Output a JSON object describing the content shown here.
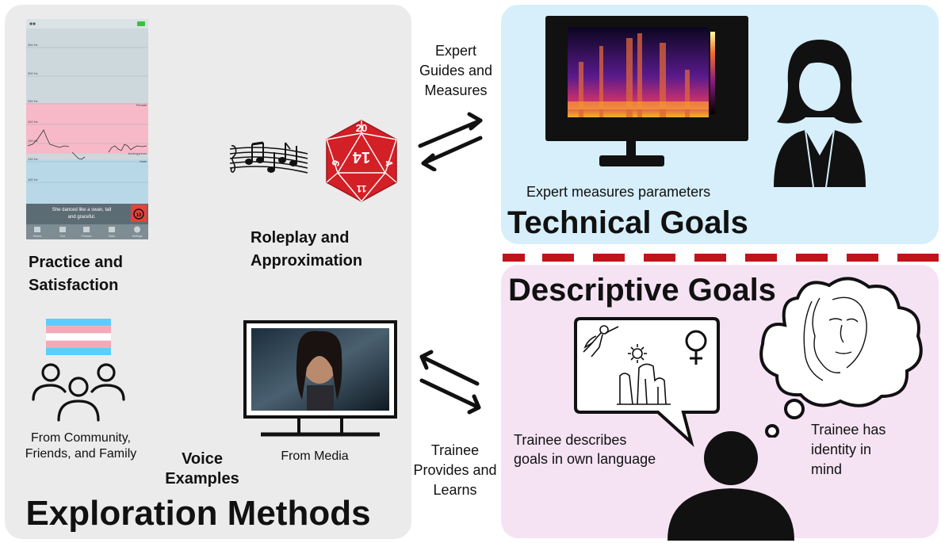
{
  "panels": {
    "exploration_title": "Exploration Methods",
    "technical_title": "Technical Goals",
    "descriptive_title": "Descriptive Goals"
  },
  "exploration": {
    "practice_label": "Practice and Satisfaction",
    "roleplay_label": "Roleplay and Approximation",
    "voice_examples_label": "Voice Examples",
    "community_label": "From Community, Friends, and Family",
    "media_label": "From Media",
    "dice_numbers": [
      "20",
      "14",
      "9",
      "4",
      "11"
    ]
  },
  "phone_app": {
    "pitch_labels": [
      "350 Hz",
      "300 Hz",
      "250 Hz",
      "200 Hz",
      "150 Hz",
      "130 Hz",
      "100 Hz"
    ],
    "range_labels": [
      "Female",
      "Androgynous",
      "Male"
    ],
    "prompt_text": "She danced like a swan, tall and graceful.",
    "replay_count": "10",
    "nav_items": [
      "Waves",
      "Text",
      "Phrases",
      "Stats",
      "Settings"
    ]
  },
  "arrows": {
    "expert_guides_label": "Expert Guides and Measures",
    "trainee_provides_label": "Trainee Provides and Learns"
  },
  "technical": {
    "expert_measures_label": "Expert measures parameters"
  },
  "descriptive": {
    "trainee_describes_label": "Trainee describes goals in own language",
    "trainee_identity_label": "Trainee has identity in mind"
  },
  "colors": {
    "left_panel": "#ebebeb",
    "technical_panel": "#d6effa",
    "descriptive_panel": "#f5e3f4",
    "divider": "#c0141a",
    "dice": "#d31f26",
    "female_band": "#f7b9c8",
    "male_band": "#b8d8e8"
  }
}
